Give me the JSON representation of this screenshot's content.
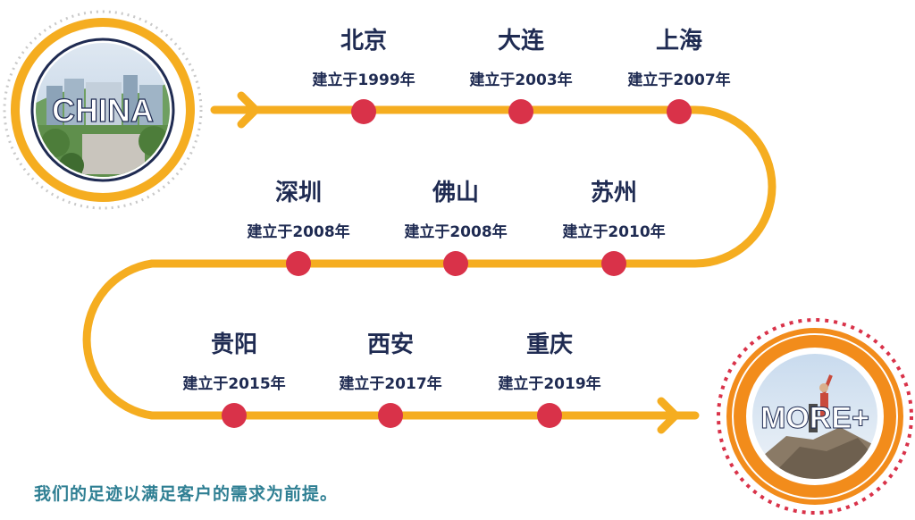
{
  "badges": {
    "start": "CHINA",
    "end": "MORE+"
  },
  "cities": [
    {
      "name": "北京",
      "year": "建立于1999年"
    },
    {
      "name": "大连",
      "year": "建立于2003年"
    },
    {
      "name": "上海",
      "year": "建立于2007年"
    },
    {
      "name": "深圳",
      "year": "建立于2008年"
    },
    {
      "name": "佛山",
      "year": "建立于2008年"
    },
    {
      "name": "苏州",
      "year": "建立于2010年"
    },
    {
      "name": "贵阳",
      "year": "建立于2015年"
    },
    {
      "name": "西安",
      "year": "建立于2017年"
    },
    {
      "name": "重庆",
      "year": "建立于2019年"
    }
  ],
  "footer": "我们的足迹以满足客户的需求为前提。",
  "colors": {
    "path": "#f5ad20",
    "dot": "#d93249",
    "ring_orange": "#f28c1b",
    "text_dark": "#1f2b52",
    "footer_text": "#2f7f93"
  }
}
